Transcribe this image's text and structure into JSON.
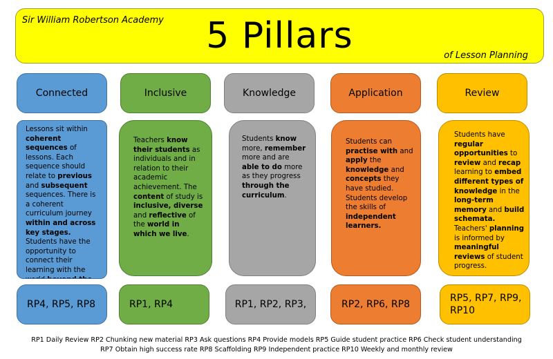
{
  "banner": {
    "school": "Sir William Robertson Academy",
    "title": "5 Pillars",
    "subtitle": "of Lesson Planning"
  },
  "pillars": [
    {
      "heading": "Connected",
      "color": "#5b9bd5",
      "description": [
        {
          "t": "Lessons sit within ",
          "b": false
        },
        {
          "t": "coherent sequences",
          "b": true
        },
        {
          "t": " of lessons. Each sequence should relate to ",
          "b": false
        },
        {
          "t": "previous",
          "b": true
        },
        {
          "t": " and ",
          "b": false
        },
        {
          "t": "subsequent",
          "b": true
        },
        {
          "t": " sequences. There is a coherent curriculum journey ",
          "b": false
        },
        {
          "t": "within and across key stages.",
          "b": true
        },
        {
          "t": " Students have the opportunity to connect their learning with the world ",
          "b": false
        },
        {
          "t": "beyond the classroom.",
          "b": true
        }
      ],
      "refs": "RP4, RP5, RP8"
    },
    {
      "heading": "Inclusive",
      "color": "#70ad47",
      "description": [
        {
          "t": "Teachers ",
          "b": false
        },
        {
          "t": "know their students",
          "b": true
        },
        {
          "t": " as individuals and in relation to their academic achievement.  The ",
          "b": false
        },
        {
          "t": "content",
          "b": true
        },
        {
          "t": " of study is ",
          "b": false
        },
        {
          "t": "inclusive, diverse",
          "b": true
        },
        {
          "t": " and ",
          "b": false
        },
        {
          "t": "reflective",
          "b": true
        },
        {
          "t": " of the ",
          "b": false
        },
        {
          "t": "world in which we live",
          "b": true
        },
        {
          "t": ".",
          "b": false
        }
      ],
      "refs": "RP1, RP4"
    },
    {
      "heading": "Knowledge",
      "color": "#a6a6a6",
      "description": [
        {
          "t": "Students ",
          "b": false
        },
        {
          "t": "know",
          "b": true
        },
        {
          "t": " more, ",
          "b": false
        },
        {
          "t": "remember",
          "b": true
        },
        {
          "t": " more and are ",
          "b": false
        },
        {
          "t": "able to do",
          "b": true
        },
        {
          "t": " more as they progress ",
          "b": false
        },
        {
          "t": "through the curriculum",
          "b": true
        },
        {
          "t": ".",
          "b": false
        }
      ],
      "refs": "RP1, RP2, RP3,"
    },
    {
      "heading": "Application",
      "color": "#ed7d31",
      "description": [
        {
          "t": "Students can ",
          "b": false
        },
        {
          "t": "practise with",
          "b": true
        },
        {
          "t": " and ",
          "b": false
        },
        {
          "t": "apply",
          "b": true
        },
        {
          "t": " the ",
          "b": false
        },
        {
          "t": "knowledge",
          "b": true
        },
        {
          "t": " and ",
          "b": false
        },
        {
          "t": "concepts",
          "b": true
        },
        {
          "t": " they have studied. Students develop the skills of ",
          "b": false
        },
        {
          "t": "independent learners.",
          "b": true
        }
      ],
      "refs": "RP2, RP6, RP8"
    },
    {
      "heading": "Review",
      "color": "#ffc000",
      "description": [
        {
          "t": "Students have ",
          "b": false
        },
        {
          "t": "regular opportunities",
          "b": true
        },
        {
          "t": " to ",
          "b": false
        },
        {
          "t": "review",
          "b": true
        },
        {
          "t": " and ",
          "b": false
        },
        {
          "t": "recap",
          "b": true
        },
        {
          "t": " learning to ",
          "b": false
        },
        {
          "t": "embed different types of knowledge",
          "b": true
        },
        {
          "t": " in the ",
          "b": false
        },
        {
          "t": "long-term memory",
          "b": true
        },
        {
          "t": " and ",
          "b": false
        },
        {
          "t": "build schemata.",
          "b": true
        },
        {
          "t": " Teachers' ",
          "b": false
        },
        {
          "t": "planning",
          "b": true
        },
        {
          "t": " is informed by ",
          "b": false
        },
        {
          "t": "meaningful reviews",
          "b": true
        },
        {
          "t": " of student progress.",
          "b": false
        }
      ],
      "refs": "RP5, RP7, RP9, RP10"
    }
  ],
  "legend": {
    "line1": "RP1 Daily Review  RP2 Chunking new material  RP3 Ask questions  RP4 Provide models  RP5 Guide student practice  RP6 Check student understanding",
    "line2": "RP7 Obtain high success rate  RP8 Scaffolding  RP9 Independent practice  RP10 Weekly  and monthly review"
  }
}
